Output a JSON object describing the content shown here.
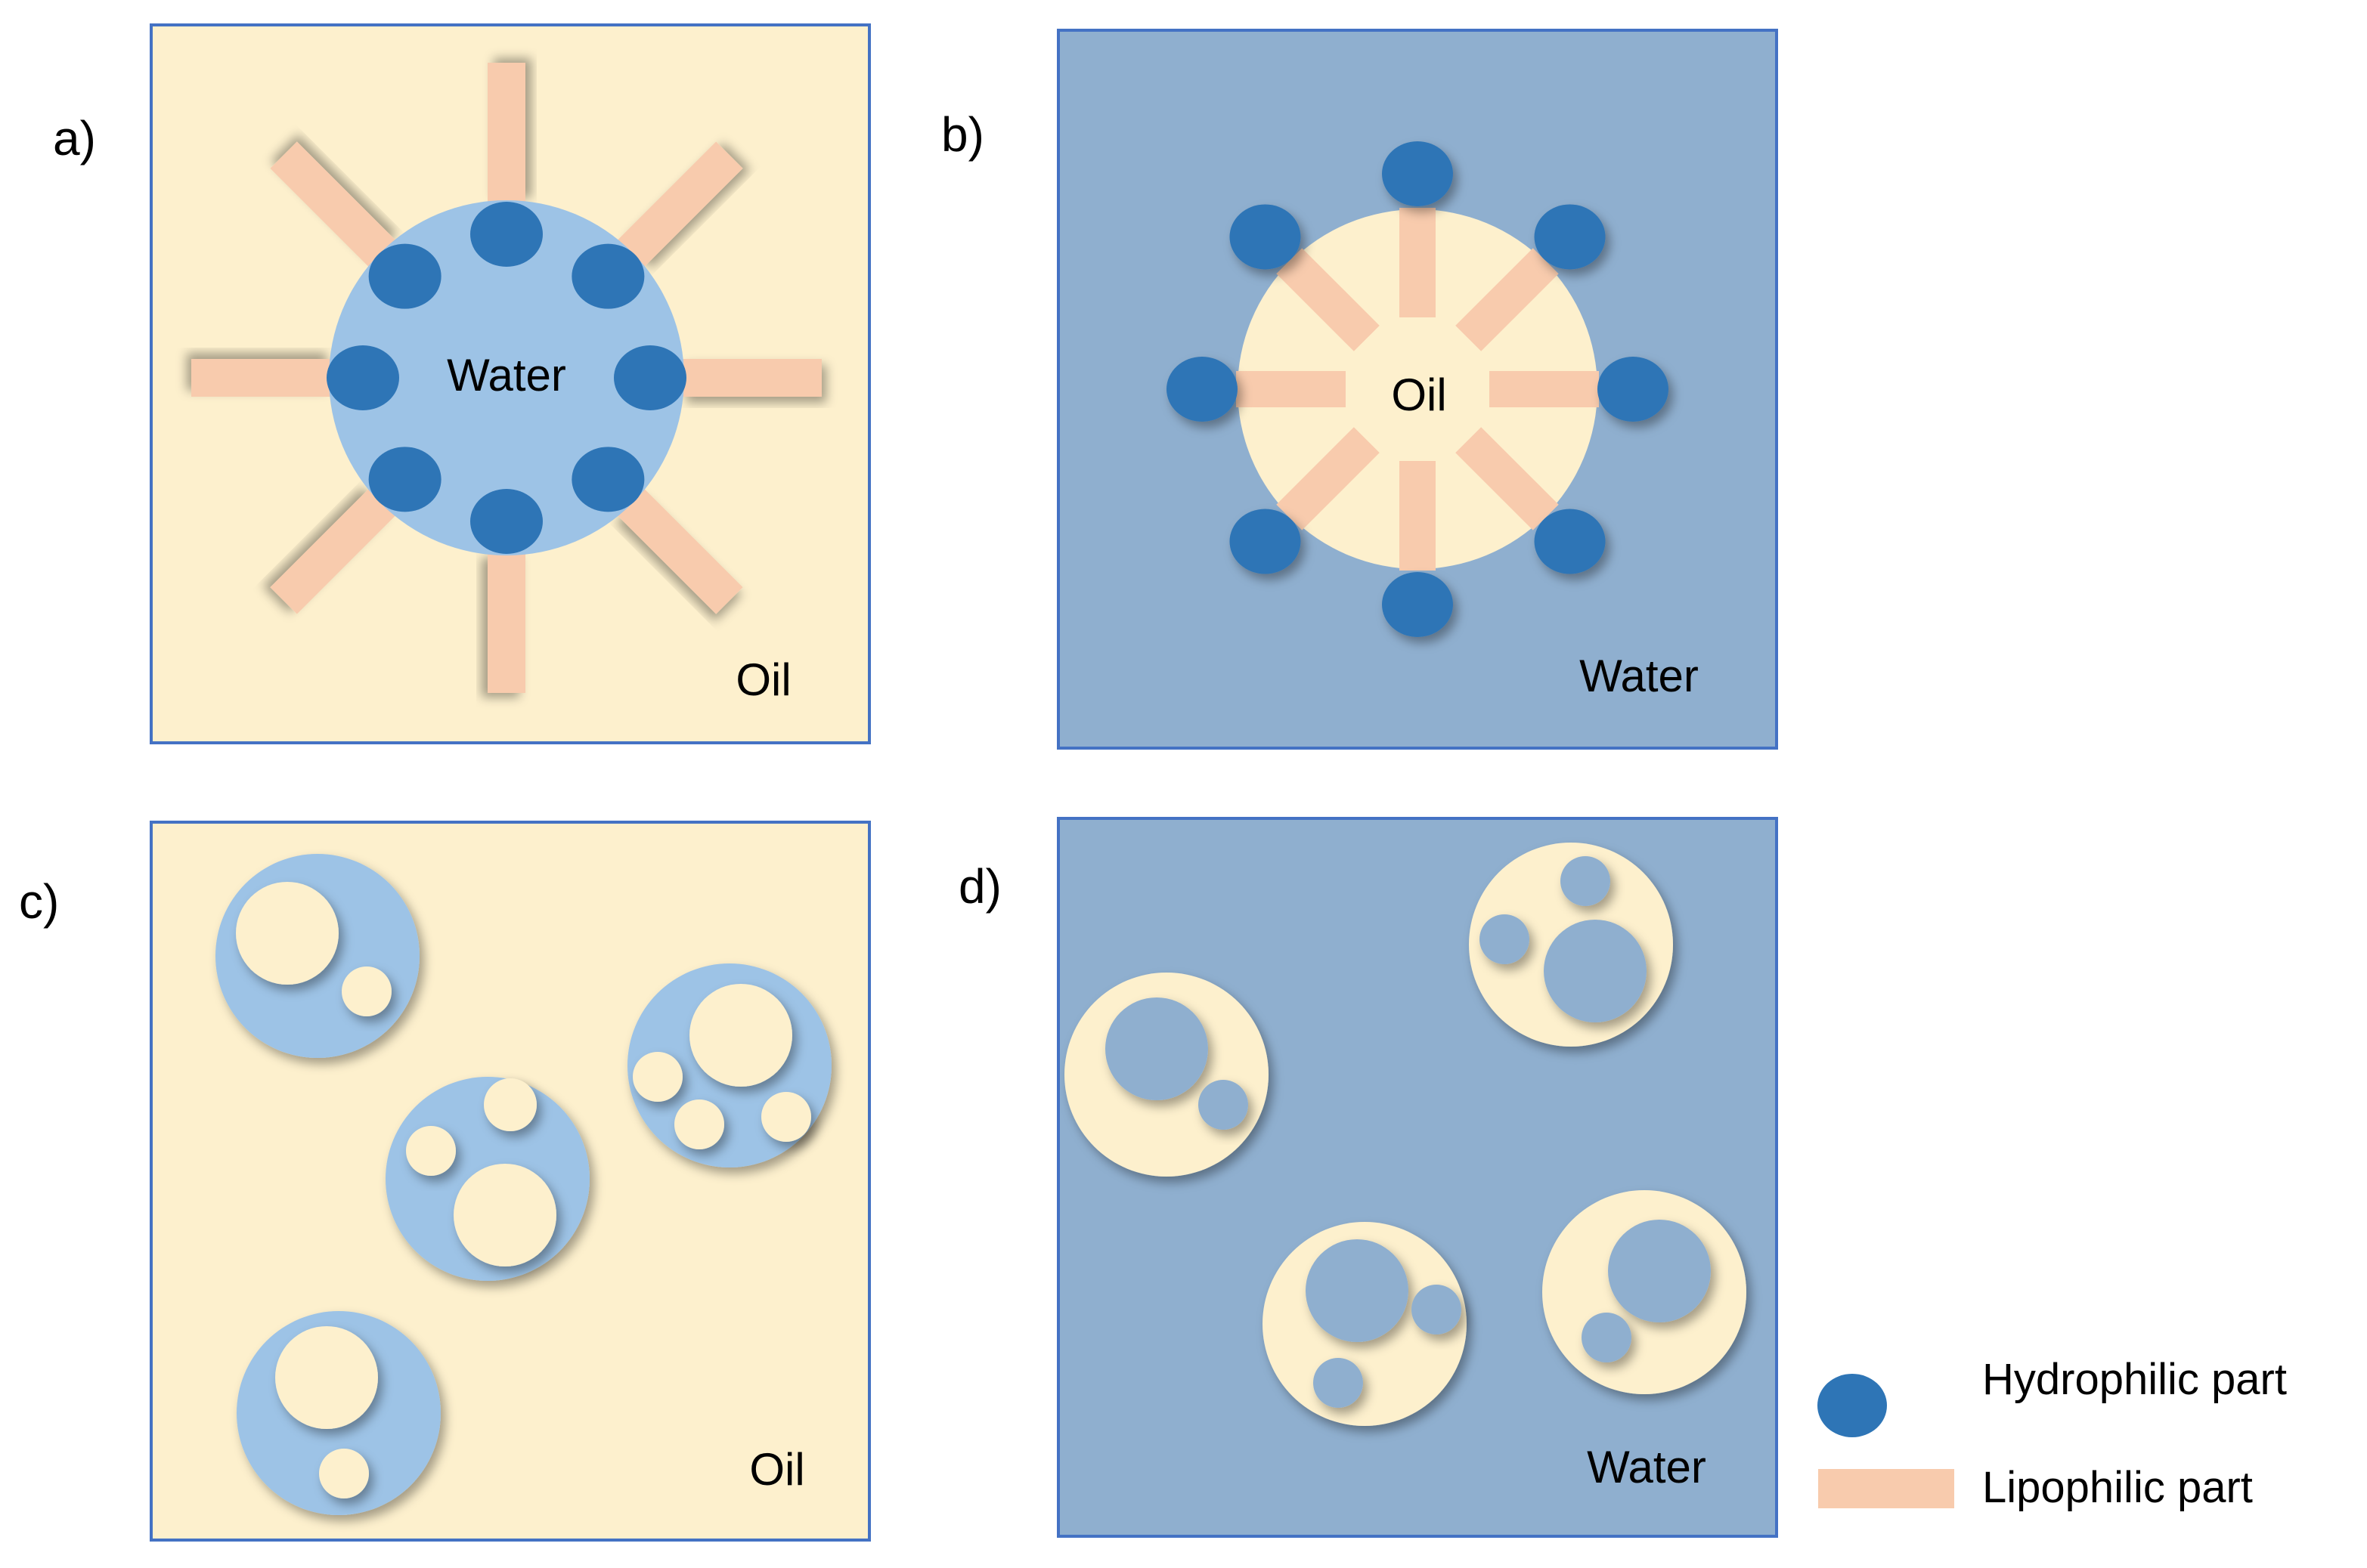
{
  "colors": {
    "oil": "#fdf0cd",
    "water_panel": "#8fafcf",
    "water_droplet": "#9dc3e6",
    "hydrophilic": "#2e75b6",
    "lipophilic": "#f8cbad",
    "border": "#4472c4"
  },
  "panels": {
    "a": {
      "label": "a)",
      "core_label": "Water",
      "medium_label": "Oil"
    },
    "b": {
      "label": "b)",
      "core_label": "Oil",
      "medium_label": "Water"
    },
    "c": {
      "label": "c)",
      "medium_label": "Oil"
    },
    "d": {
      "label": "d)",
      "medium_label": "Water"
    }
  },
  "legend": {
    "hydrophilic": "Hydrophilic part",
    "lipophilic": "Lipophilic part"
  }
}
